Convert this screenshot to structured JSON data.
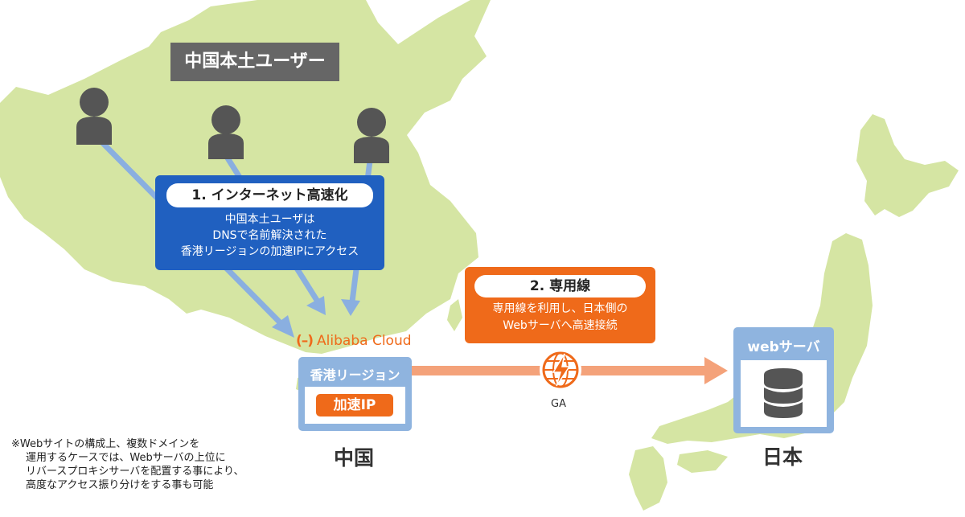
{
  "china_users_label": "中国本土ユーザー",
  "step1": {
    "title": "1. インターネット高速化",
    "lines": [
      "中国本土ユーザは",
      "DNSで名前解決された",
      "香港リージョンの加速IPにアクセス"
    ]
  },
  "step2": {
    "title": "2. 専用線",
    "lines": [
      "専用線を利用し、日本側の",
      "Webサーバへ高速接続"
    ]
  },
  "provider_logo_text": "Alibaba Cloud",
  "hk_region": {
    "title": "香港リージョン",
    "accel_ip": "加速IP"
  },
  "ga_label": "GA",
  "web_server": {
    "title": "webサーバ"
  },
  "china_label": "中国",
  "japan_label": "日本",
  "note_lines": [
    "※Webサイトの構成上、複数ドメインを",
    "運用するケースでは、Webサーバの上位に",
    "リバースプロキシサーバを配置する事により、",
    "高度なアクセス振り分けをする事も可能"
  ],
  "colors": {
    "map": "#d5e5a3",
    "user": "#555555",
    "blue_box": "#2060c0",
    "orange": "#ef6a1a",
    "light_blue": "#8fb4df",
    "arrow_blue": "#8aafe0",
    "arrow_orange": "#f4a27a"
  },
  "icons": [
    "user-icon",
    "globe-lightning-icon",
    "database-icon"
  ]
}
